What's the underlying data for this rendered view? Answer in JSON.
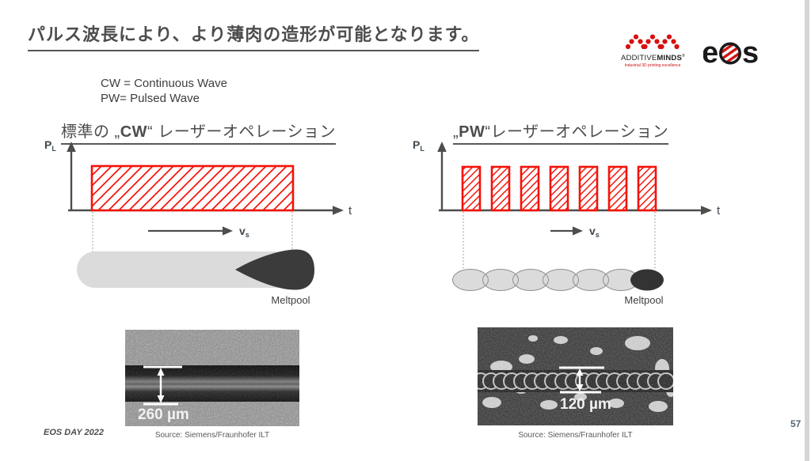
{
  "slide": {
    "title": "パルス波長により、より薄肉の造形が可能となります。",
    "footer": "EOS DAY 2022",
    "page_number": "57"
  },
  "legend": {
    "cw": "CW = Continuous Wave",
    "pw": "PW= Pulsed Wave"
  },
  "logos": {
    "additive_minds": {
      "brand_regular": "ADDITIVE",
      "brand_bold": "MINDS",
      "registered": "®",
      "tagline": "Industrial 3D printing excellence"
    },
    "eos": {
      "letter_e": "e",
      "letter_s": "s"
    }
  },
  "colors": {
    "accent_red": "#f41207",
    "axis_gray": "#4d4d4d",
    "label_slate": "#3f4a52",
    "track_gray": "#dbdbdb",
    "meltpool_dark": "#3b3b3b"
  },
  "cw_panel": {
    "heading": {
      "prefix": "標準の „",
      "strong": "CW",
      "suffix": "“ レーザーオペレーション"
    },
    "axis": {
      "y_main": "P",
      "y_sub": "L",
      "x": "t"
    },
    "speed": {
      "main": "v",
      "sub": "s"
    },
    "meltpool_label": "Meltpool",
    "pulse_count": 1,
    "micrograph": {
      "measurement": "260 µm",
      "source": "Source: Siemens/Fraunhofer ILT"
    }
  },
  "pw_panel": {
    "heading": {
      "prefix": "„",
      "strong": "PW",
      "suffix": "“レーザーオペレーション"
    },
    "axis": {
      "y_main": "P",
      "y_sub": "L",
      "x": "t"
    },
    "speed": {
      "main": "v",
      "sub": "s"
    },
    "meltpool_label": "Meltpool",
    "pulse_count": 7,
    "micrograph": {
      "measurement": "120 µm",
      "source": "Source: Siemens/Fraunhofer ILT"
    }
  }
}
